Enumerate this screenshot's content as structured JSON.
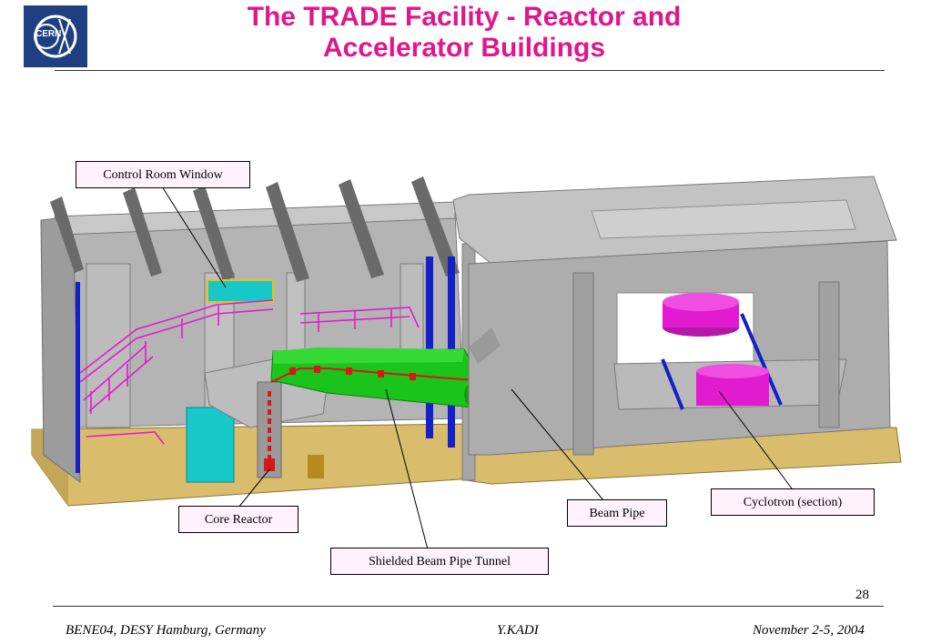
{
  "slide": {
    "title_line1": "The TRADE Facility - Reactor and",
    "title_line2": "Accelerator Buildings",
    "page_number": "28"
  },
  "logo": {
    "text": "CERN",
    "color": "#1e3f82"
  },
  "callouts": {
    "control_room_window": "Control Room Window",
    "core_reactor": "Core Reactor",
    "shielded_tunnel": "Shielded Beam Pipe Tunnel",
    "beam_pipe": "Beam Pipe",
    "cyclotron": "Cyclotron (section)"
  },
  "footer": {
    "left": "BENE04, DESY Hamburg, Germany",
    "center": "Y.KADI",
    "right": "November 2-5, 2004"
  },
  "colors": {
    "title": "#e0168c",
    "callout_bg": "#fff2fb",
    "wall_gray": "#a9a9a9",
    "floor_tan": "#d9bc6c",
    "tunnel_green": "#1bc41b",
    "beam_red": "#d81818",
    "cyclotron_magenta": "#e21ad0",
    "reactor_cyan": "#17c8c8",
    "column_blue": "#1420c8"
  }
}
